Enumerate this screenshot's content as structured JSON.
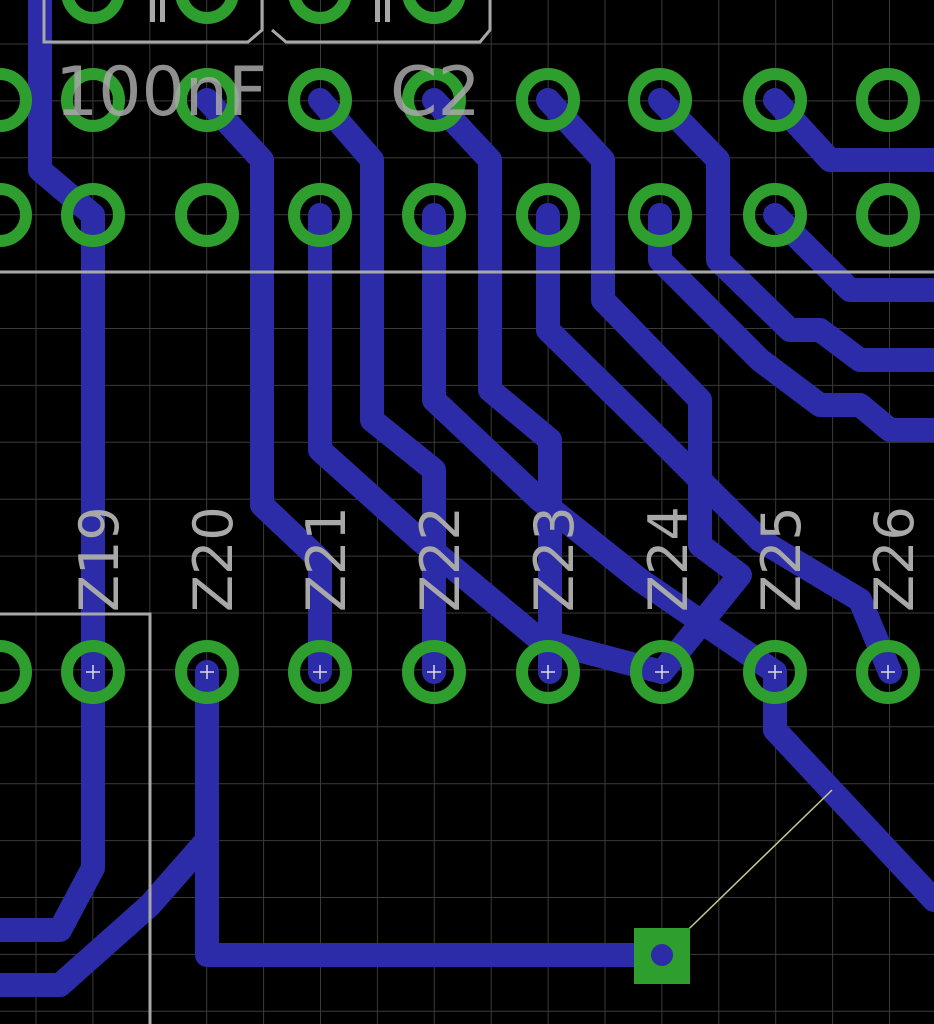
{
  "view": {
    "background_color": "#000000",
    "grid_color": "#3a3a3a",
    "trace_color": "#2c2ca8",
    "pad_color": "#2e9e2e",
    "silkscreen_color": "#a8a8a8",
    "airwire_color": "#c8c896"
  },
  "components": {
    "capacitor_value": "100nF",
    "capacitor_name": "C2"
  },
  "pins": {
    "z_labels": [
      "Z19",
      "Z20",
      "Z21",
      "Z22",
      "Z23",
      "Z24",
      "Z25",
      "Z26"
    ]
  }
}
